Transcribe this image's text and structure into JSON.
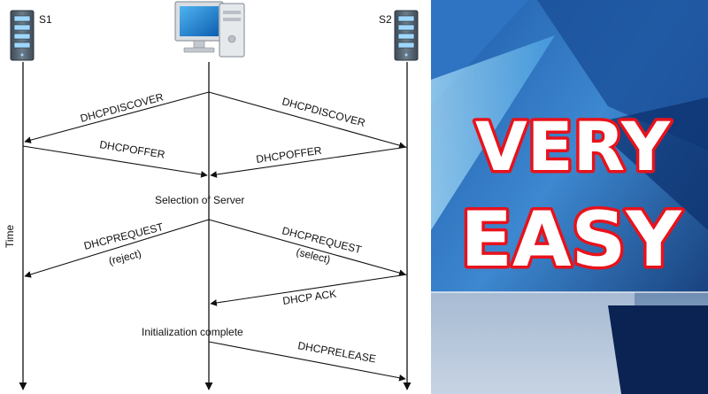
{
  "diagram": {
    "server1_label": "S1",
    "server2_label": "S2",
    "time_label": "Time",
    "messages": {
      "discover_left": "DHCPDISCOVER",
      "discover_right": "DHCPDISCOVER",
      "offer_left": "DHCPOFFER",
      "offer_right": "DHCPOFFER",
      "selection": "Selection of Server",
      "request_left": "DHCPREQUEST",
      "request_left_note": "(reject)",
      "request_right": "DHCPREQUEST",
      "request_right_note": "(select)",
      "ack": "DHCP ACK",
      "init_complete": "Initialization complete",
      "release": "DHCPRELEASE"
    },
    "icons": [
      "server-icon",
      "computer-icon",
      "server-icon"
    ]
  },
  "banner": {
    "line1": "VERY",
    "line2": "EASY",
    "text_color": "#ffffff",
    "outline_color": "#e8121b"
  }
}
